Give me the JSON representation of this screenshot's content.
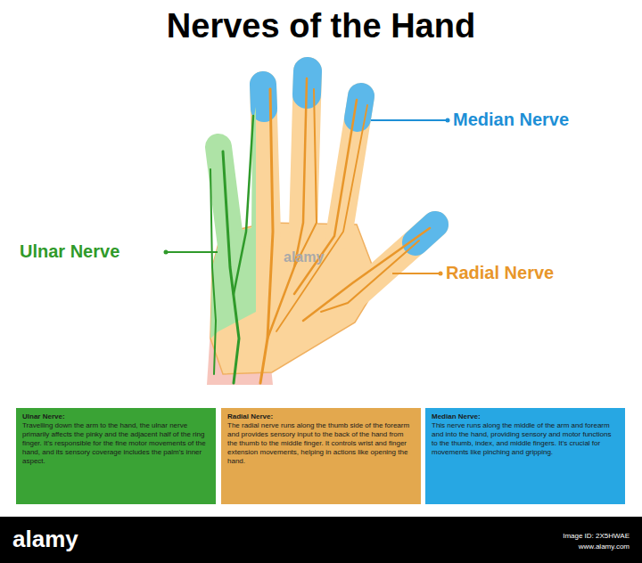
{
  "diagram": {
    "title": "Nerves of the Hand",
    "nodes": [
      {
        "text": [
          "Ulnar Nerve:",
          "Travelling down the arm to the hand, the ulnar nerve primarily affects the pinky and the adjacent half of the ring finger. It's responsible for the fine motor movements of the hand, and its sensory coverage includes the palm's inner aspect."
        ]
      },
      {
        "text": [
          "Radial Nerve:",
          "The radial nerve runs along the thumb side of the forearm and provides sensory input to the back of the hand from the thumb to the middle finger. It controls wrist and finger extension movements, helping in actions like opening the hand."
        ]
      },
      {
        "text": [
          "Median Nerve:",
          "This nerve runs along the middle of the arm and forearm and into the hand, providing sensory and motor functions to the thumb, index, and middle fingers. It's crucial for movements like pinching and gripping."
        ]
      }
    ],
    "labels": [
      "Median Nerve",
      "Ulnar Nerve",
      "alamy",
      "Radial Nerve",
      "alamy",
      "Image ID: 2X5HWAE",
      "www.alamy.com"
    ]
  }
}
